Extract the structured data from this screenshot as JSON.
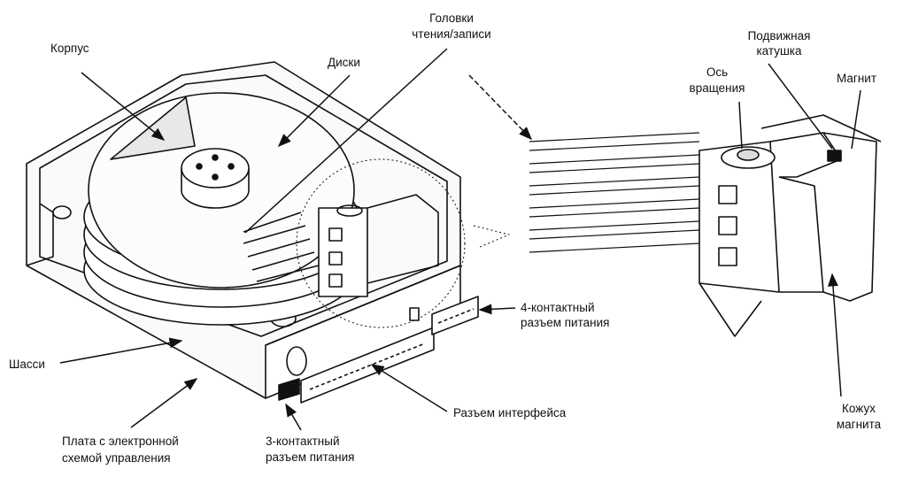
{
  "labels": {
    "housing": "Корпус",
    "heads_1": "Головки",
    "heads_2": "чтения/записи",
    "disks": "Диски",
    "coil_1": "Подвижная",
    "coil_2": "катушка",
    "axis_1": "Ось",
    "axis_2": "вращения",
    "magnet": "Магнит",
    "power4_1": "4-контактный",
    "power4_2": "разъем питания",
    "chassis": "Шасси",
    "magnet_cover_1": "Кожух",
    "magnet_cover_2": "магнита",
    "interface": "Разъем интерфейса",
    "board_1": "Плата с электронной",
    "board_2": "схемой управления",
    "power3_1": "3-контактный",
    "power3_2": "разъем питания"
  }
}
